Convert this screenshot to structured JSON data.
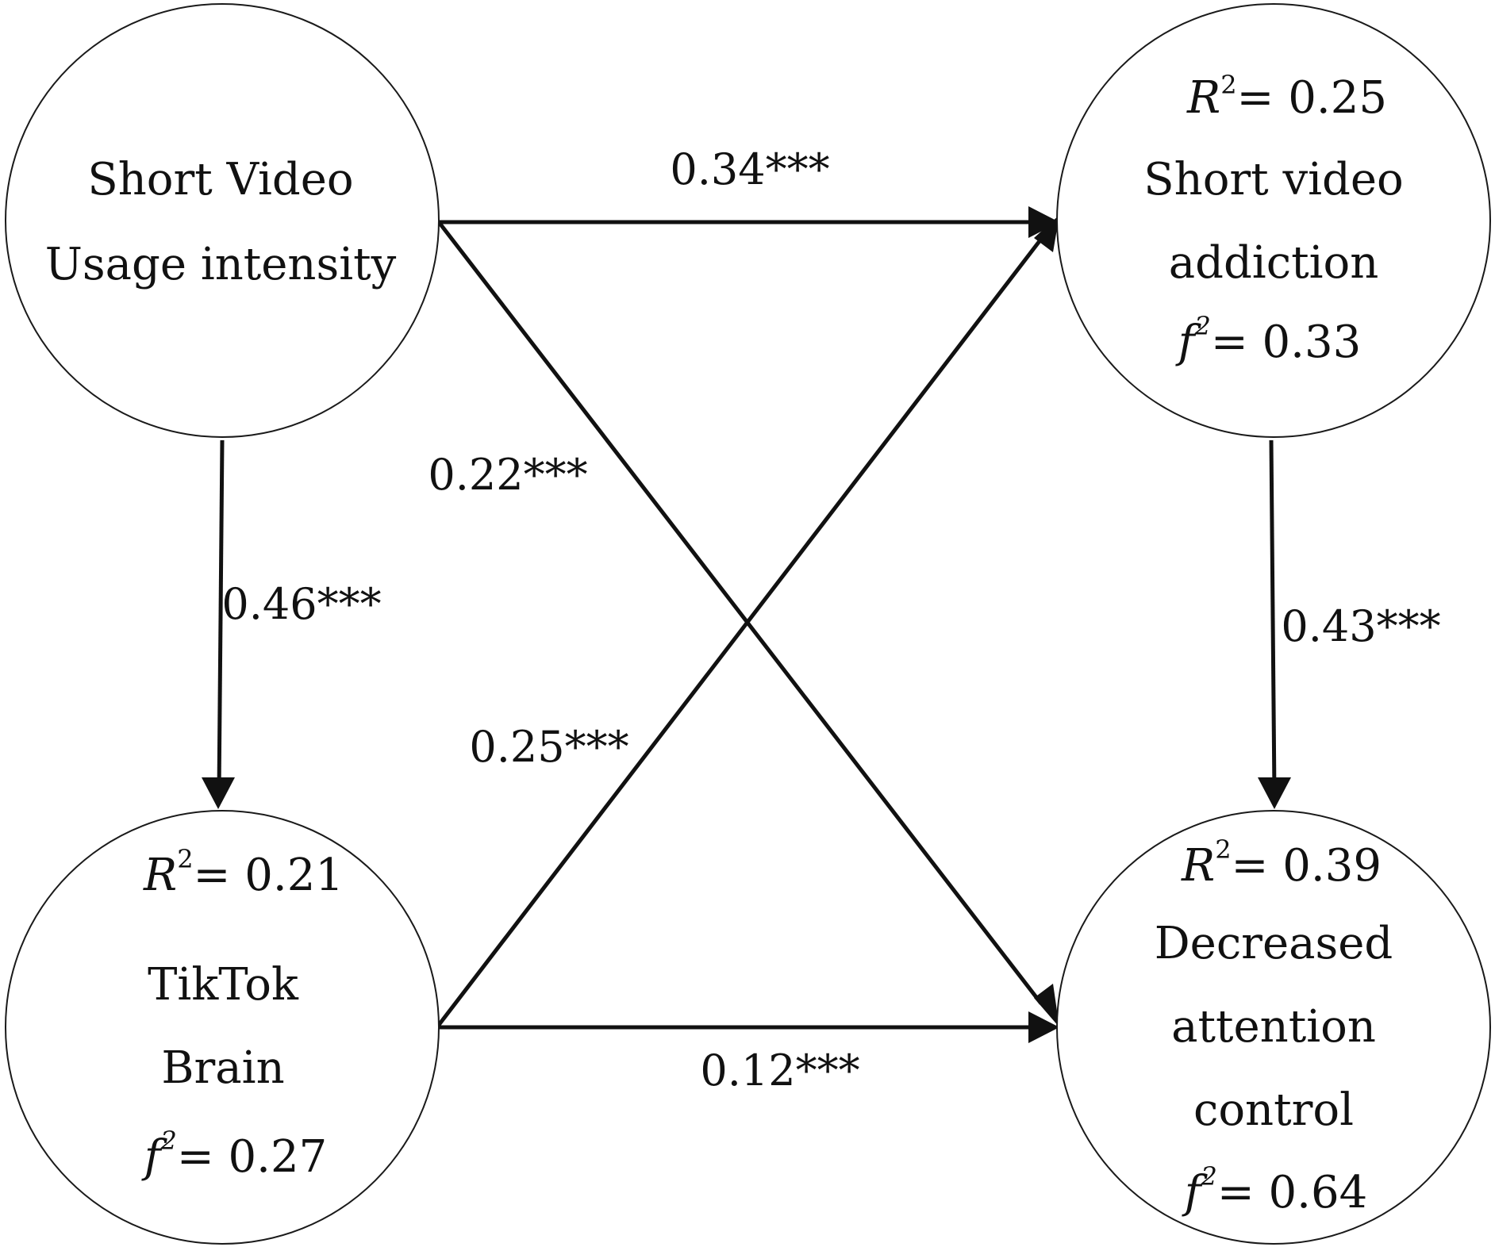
{
  "nodes": {
    "usage": {
      "lines": [
        "Short Video",
        "Usage intensity"
      ]
    },
    "addiction": {
      "r2_symbol": "R",
      "r2_exp": "2",
      "r2_value": "= 0.25",
      "lines": [
        "Short video",
        "addiction"
      ],
      "f2_symbol": "f",
      "f2_exp": "2",
      "f2_value": "= 0.33"
    },
    "tiktok": {
      "r2_symbol": "R",
      "r2_exp": "2",
      "r2_value": "= 0.21",
      "lines": [
        "TikTok",
        "Brain"
      ],
      "f2_symbol": "f",
      "f2_exp": "2",
      "f2_value": "= 0.27"
    },
    "attention": {
      "r2_symbol": "R",
      "r2_exp": "2",
      "r2_value": "= 0.39",
      "lines": [
        "Decreased",
        "attention",
        "control"
      ],
      "f2_symbol": "f",
      "f2_exp": "2",
      "f2_value": "= 0.64"
    }
  },
  "paths": {
    "usage_to_addiction": "0.34***",
    "usage_to_attention": "0.22***",
    "usage_to_tiktok": "0.46***",
    "tiktok_to_addiction": "0.25***",
    "tiktok_to_attention": "0.12***",
    "addiction_to_attention": "0.43***"
  },
  "colors": {
    "stroke": "#111111",
    "background": "#ffffff"
  }
}
